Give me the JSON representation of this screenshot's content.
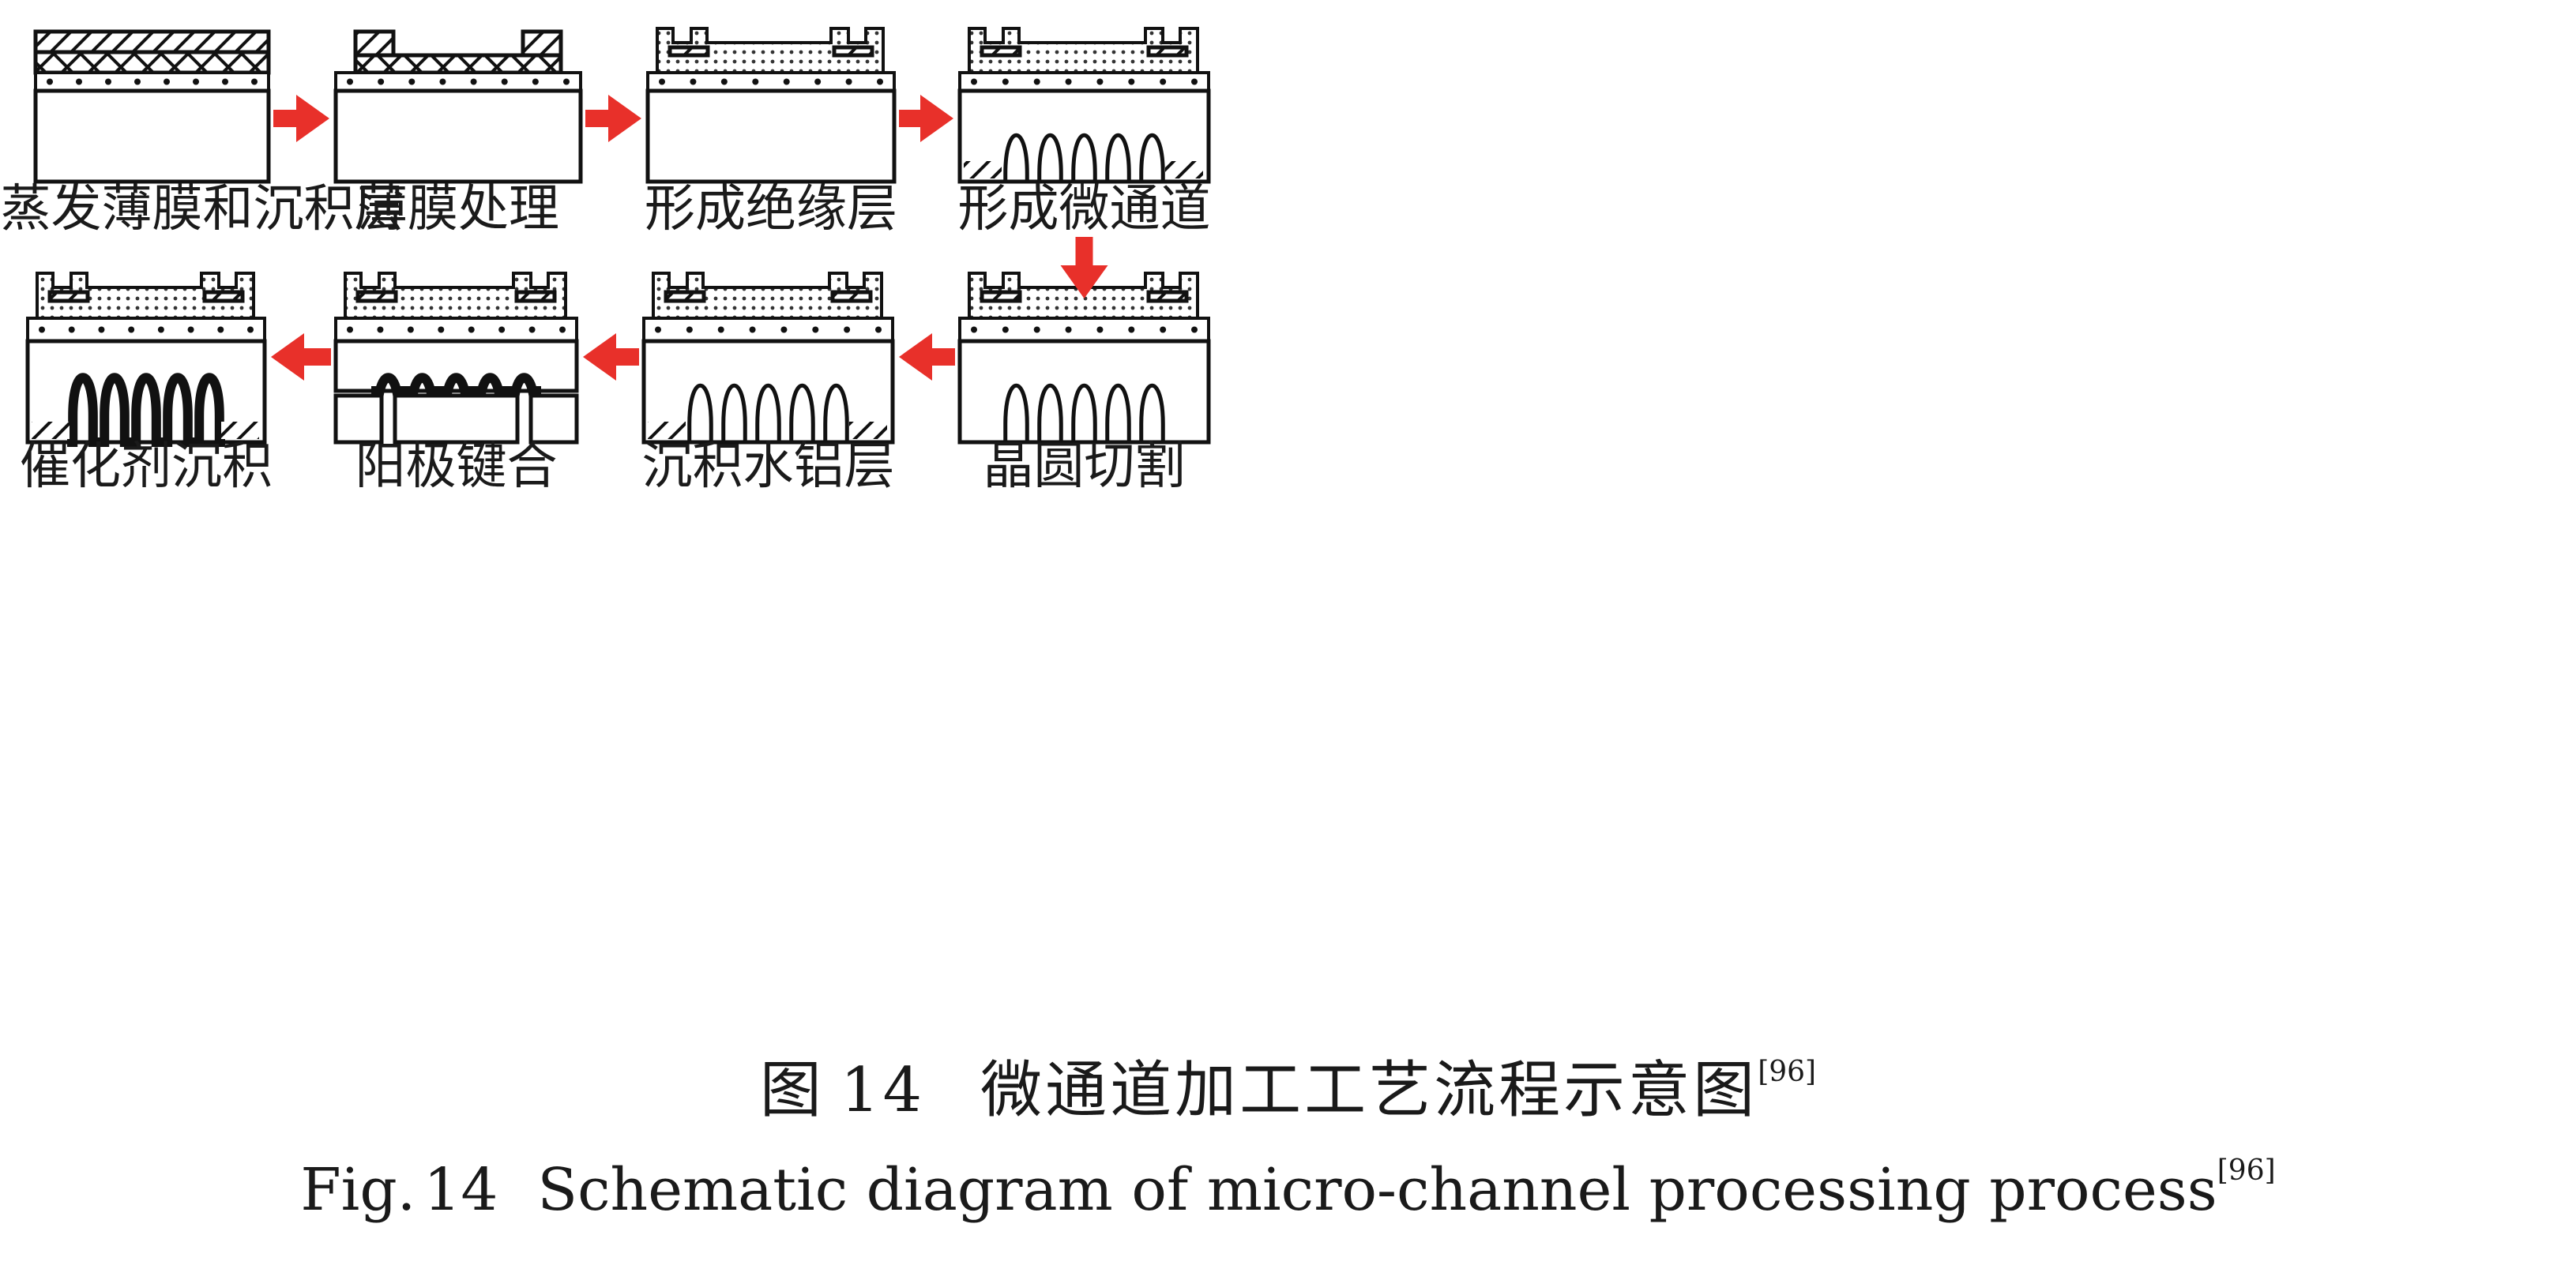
{
  "diagram": {
    "steps": [
      {
        "id": "s1",
        "label": "沉积蒸发薄膜和沉积层"
      },
      {
        "id": "s2",
        "label": "薄膜处理"
      },
      {
        "id": "s3",
        "label": "形成绝缘层"
      },
      {
        "id": "s4",
        "label": "形成微通道"
      },
      {
        "id": "s5",
        "label": "晶圆切割"
      },
      {
        "id": "s6",
        "label": "沉积水铝层"
      },
      {
        "id": "s7",
        "label": "阳极键合"
      },
      {
        "id": "s8",
        "label": "催化剂沉积"
      }
    ],
    "flow": [
      "s1",
      "s2",
      "s3",
      "s4",
      "s5",
      "s6",
      "s7",
      "s8"
    ],
    "arrow_color": "#e8302a"
  },
  "caption": {
    "zh_prefix": "图",
    "zh_number": "14",
    "zh_text": "微通道加工工艺流程示意图",
    "en_prefix": "Fig.",
    "en_number": "14",
    "en_text": "Schematic diagram of micro-channel processing process",
    "ref": "[96]"
  }
}
